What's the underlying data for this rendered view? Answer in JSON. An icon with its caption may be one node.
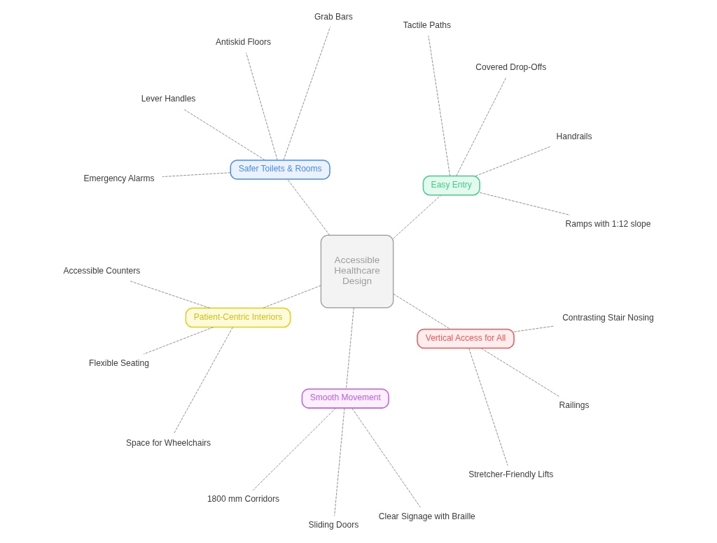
{
  "diagram": {
    "nodes": [
      {
        "text": [
          "Accessible Healthcare Design"
        ]
      },
      {
        "text": [
          "Easy Entry"
        ]
      },
      {
        "text": [
          "Ramps with 1:12 slope"
        ]
      },
      {
        "text": [
          "Handrails"
        ]
      },
      {
        "text": [
          "Covered Drop-Offs"
        ]
      },
      {
        "text": [
          "Tactile Paths"
        ]
      },
      {
        "text": [
          "Safer Toilets & Rooms"
        ]
      },
      {
        "text": [
          "Grab Bars"
        ]
      },
      {
        "text": [
          "Antiskid Floors"
        ]
      },
      {
        "text": [
          "Lever Handles"
        ]
      },
      {
        "text": [
          "Emergency Alarms"
        ]
      },
      {
        "text": [
          "Patient-Centric Interiors"
        ]
      },
      {
        "text": [
          "Accessible Counters"
        ]
      },
      {
        "text": [
          "Flexible Seating"
        ]
      },
      {
        "text": [
          "Space for Wheelchairs"
        ]
      },
      {
        "text": [
          "Smooth Movement"
        ]
      },
      {
        "text": [
          "1800 mm Corridors"
        ]
      },
      {
        "text": [
          "Sliding Doors"
        ]
      },
      {
        "text": [
          "Clear Signage with Braille"
        ]
      },
      {
        "text": [
          "Vertical Access for All"
        ]
      },
      {
        "text": [
          "Stretcher-Friendly Lifts"
        ]
      },
      {
        "text": [
          "Railings"
        ]
      },
      {
        "text": [
          "Contrasting Stair Nosing"
        ]
      }
    ],
    "edges": [
      {
        "from": 0,
        "to": 1,
        "arrow": "none",
        "style": "dashed"
      },
      {
        "from": 1,
        "to": 2,
        "arrow": "none",
        "style": "dashed"
      },
      {
        "from": 1,
        "to": 3,
        "arrow": "none",
        "style": "dashed"
      },
      {
        "from": 1,
        "to": 4,
        "arrow": "none",
        "style": "dashed"
      },
      {
        "from": 1,
        "to": 5,
        "arrow": "none",
        "style": "dashed"
      },
      {
        "from": 0,
        "to": 6,
        "arrow": "none",
        "style": "dashed"
      },
      {
        "from": 6,
        "to": 7,
        "arrow": "none",
        "style": "dashed"
      },
      {
        "from": 6,
        "to": 8,
        "arrow": "none",
        "style": "dashed"
      },
      {
        "from": 6,
        "to": 9,
        "arrow": "none",
        "style": "dashed"
      },
      {
        "from": 6,
        "to": 10,
        "arrow": "none",
        "style": "dashed"
      },
      {
        "from": 0,
        "to": 11,
        "arrow": "none",
        "style": "dashed"
      },
      {
        "from": 11,
        "to": 12,
        "arrow": "none",
        "style": "dashed"
      },
      {
        "from": 11,
        "to": 13,
        "arrow": "none",
        "style": "dashed"
      },
      {
        "from": 11,
        "to": 14,
        "arrow": "none",
        "style": "dashed"
      },
      {
        "from": 0,
        "to": 15,
        "arrow": "none",
        "style": "dashed"
      },
      {
        "from": 15,
        "to": 16,
        "arrow": "none",
        "style": "dashed"
      },
      {
        "from": 15,
        "to": 17,
        "arrow": "none",
        "style": "dashed"
      },
      {
        "from": 15,
        "to": 18,
        "arrow": "none",
        "style": "dashed"
      },
      {
        "from": 0,
        "to": 19,
        "arrow": "none",
        "style": "dashed"
      },
      {
        "from": 19,
        "to": 20,
        "arrow": "none",
        "style": "dashed"
      },
      {
        "from": 19,
        "to": 21,
        "arrow": "none",
        "style": "dashed"
      },
      {
        "from": 19,
        "to": 22,
        "arrow": "none",
        "style": "dashed"
      }
    ]
  }
}
